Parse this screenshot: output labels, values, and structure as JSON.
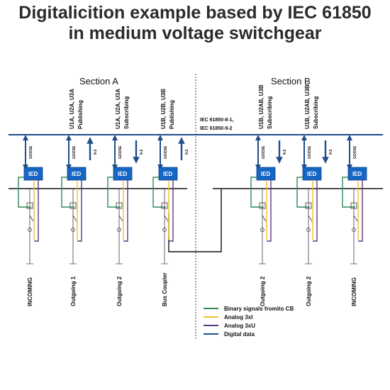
{
  "title": {
    "line1": "Digitalicition example based by IEC 61850",
    "line2": "in medium voltage switchgear"
  },
  "sections": {
    "a": "Section A",
    "b": "Section B"
  },
  "standard_label": {
    "line1": "IEC 61850-8-1,",
    "line2": "IEC 61850-9-2"
  },
  "colors": {
    "digital": "#1f4e8c",
    "binary": "#2e8b57",
    "analog_i": "#f0c030",
    "analog_u": "#5b3a7a",
    "ied": "#1666c5",
    "bus": "#111111"
  },
  "bays": [
    {
      "bottom_label": "INCOMING",
      "top_label": "",
      "top_sub": ""
    },
    {
      "bottom_label": "Outgoing 1",
      "top_label": "U1A, U2A, U3A",
      "top_sub": "Publishing"
    },
    {
      "bottom_label": "Outgoing 2",
      "top_label": "U1A, U2A, U3A",
      "top_sub": "Subscribing"
    },
    {
      "bottom_label": "Bus Coupler",
      "top_label": "U1B, U2B, U3B",
      "top_sub": "Publishing"
    },
    {
      "bottom_label": "Outgoing 2",
      "top_label": "U1B, U2AB, U3B",
      "top_sub": "Subscribing"
    },
    {
      "bottom_label": "Outgoing 2",
      "top_label": "U1B, U2AB, U3B",
      "top_sub": "Subscribing"
    },
    {
      "bottom_label": "INCOMING",
      "top_label": "",
      "top_sub": ""
    }
  ],
  "ied_label": "IED",
  "goose_label": "GOOSE",
  "sv_label": "9-2",
  "legend": [
    {
      "label": "Binary signals fromito CB",
      "color_key": "binary"
    },
    {
      "label": "Analog 3xI",
      "color_key": "analog_i"
    },
    {
      "label": "Analog 3xU",
      "color_key": "analog_u"
    },
    {
      "label": "Digital data",
      "color_key": "digital"
    }
  ]
}
